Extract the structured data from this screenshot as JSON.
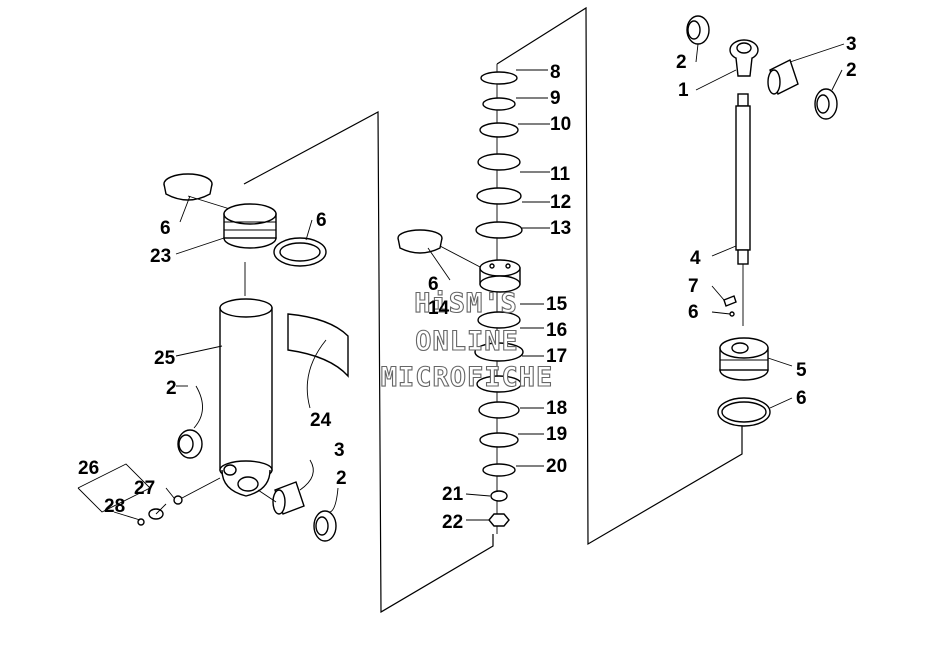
{
  "watermark": {
    "line1": "HiSM'S",
    "line2": "ONLINE",
    "line3": "MICROFICHE"
  },
  "callouts": {
    "p1": "1",
    "p2a": "2",
    "p2b": "2",
    "p2c": "2",
    "p2d": "2",
    "p3a": "3",
    "p3b": "3",
    "p4": "4",
    "p5": "5",
    "p6a": "6",
    "p6b": "6",
    "p6c": "6",
    "p6d": "6",
    "p6e": "6",
    "p7": "7",
    "p8": "8",
    "p9": "9",
    "p10": "10",
    "p11": "11",
    "p12": "12",
    "p13": "13",
    "p14": "14",
    "p15": "15",
    "p16": "16",
    "p17": "17",
    "p18": "18",
    "p19": "19",
    "p20": "20",
    "p21": "21",
    "p22": "22",
    "p23": "23",
    "p24": "24",
    "p25": "25",
    "p26": "26",
    "p27": "27",
    "p28": "28"
  }
}
